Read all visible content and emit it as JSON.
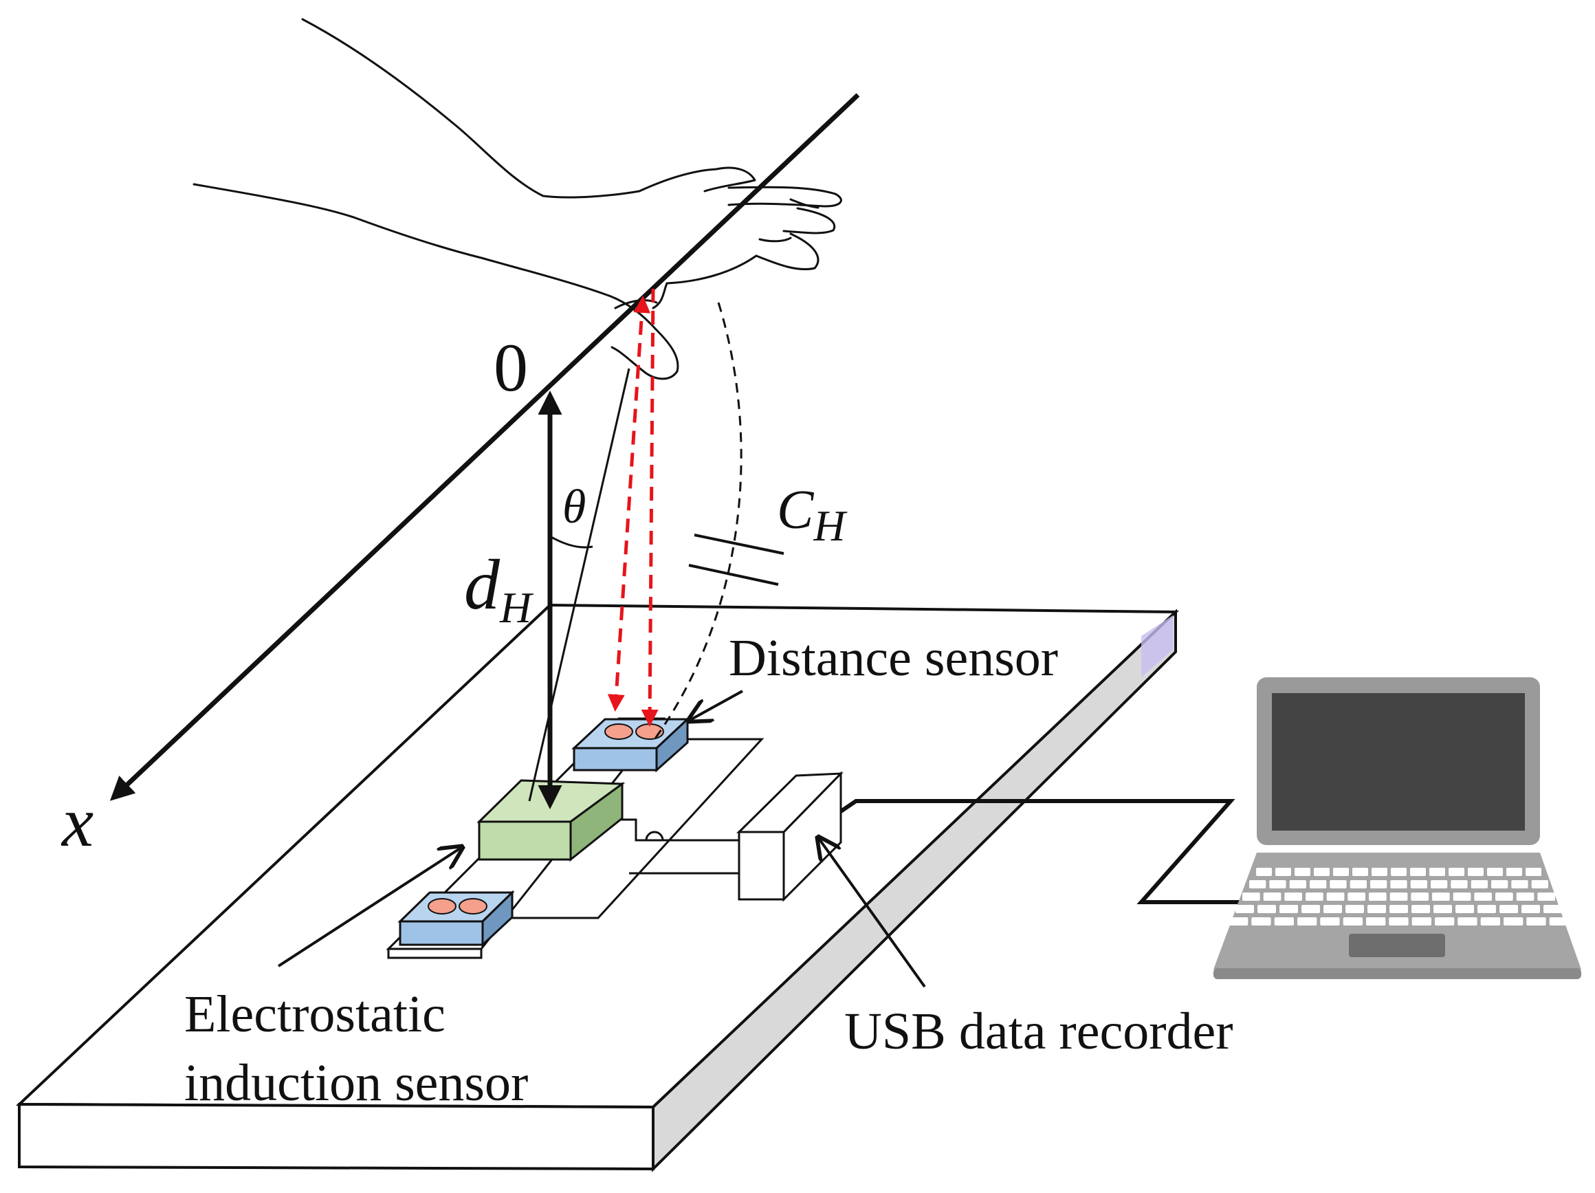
{
  "labels": {
    "distance_sensor": "Distance sensor",
    "electrostatic_line1": "Electrostatic",
    "electrostatic_line2": "induction sensor",
    "usb_recorder": "USB data recorder",
    "origin": "0",
    "axis_x": "x",
    "d": "d",
    "d_sub": "H",
    "theta": "θ",
    "c": "C",
    "c_sub": "H"
  },
  "colors": {
    "ink": "#111111",
    "red_arrow": "#e8141b",
    "sensor_blue": "#9ec3e6",
    "sensor_blue_side": "#6f97c0",
    "sensor_dot": "#f4a08d",
    "electrostatic_green": "#bfdcaa",
    "electrostatic_green_side": "#8fb57a",
    "board_side": "#d9d9d9",
    "laptop_body": "#9a9a9a",
    "laptop_screen": "#444444"
  },
  "icons": {
    "hand": "hand-illustration",
    "laptop": "laptop-icon"
  }
}
